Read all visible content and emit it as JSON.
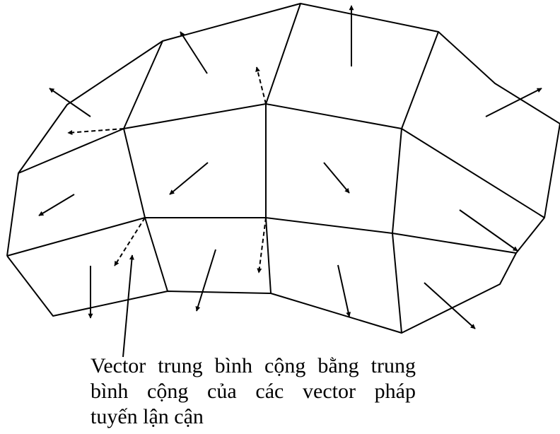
{
  "caption": {
    "lines": [
      "Vector trung bình cộng bằng trung",
      "bình cộng của các vector pháp",
      "tuyến lận cận"
    ]
  },
  "colors": {
    "ink": "#000000",
    "background": "#ffffff"
  }
}
